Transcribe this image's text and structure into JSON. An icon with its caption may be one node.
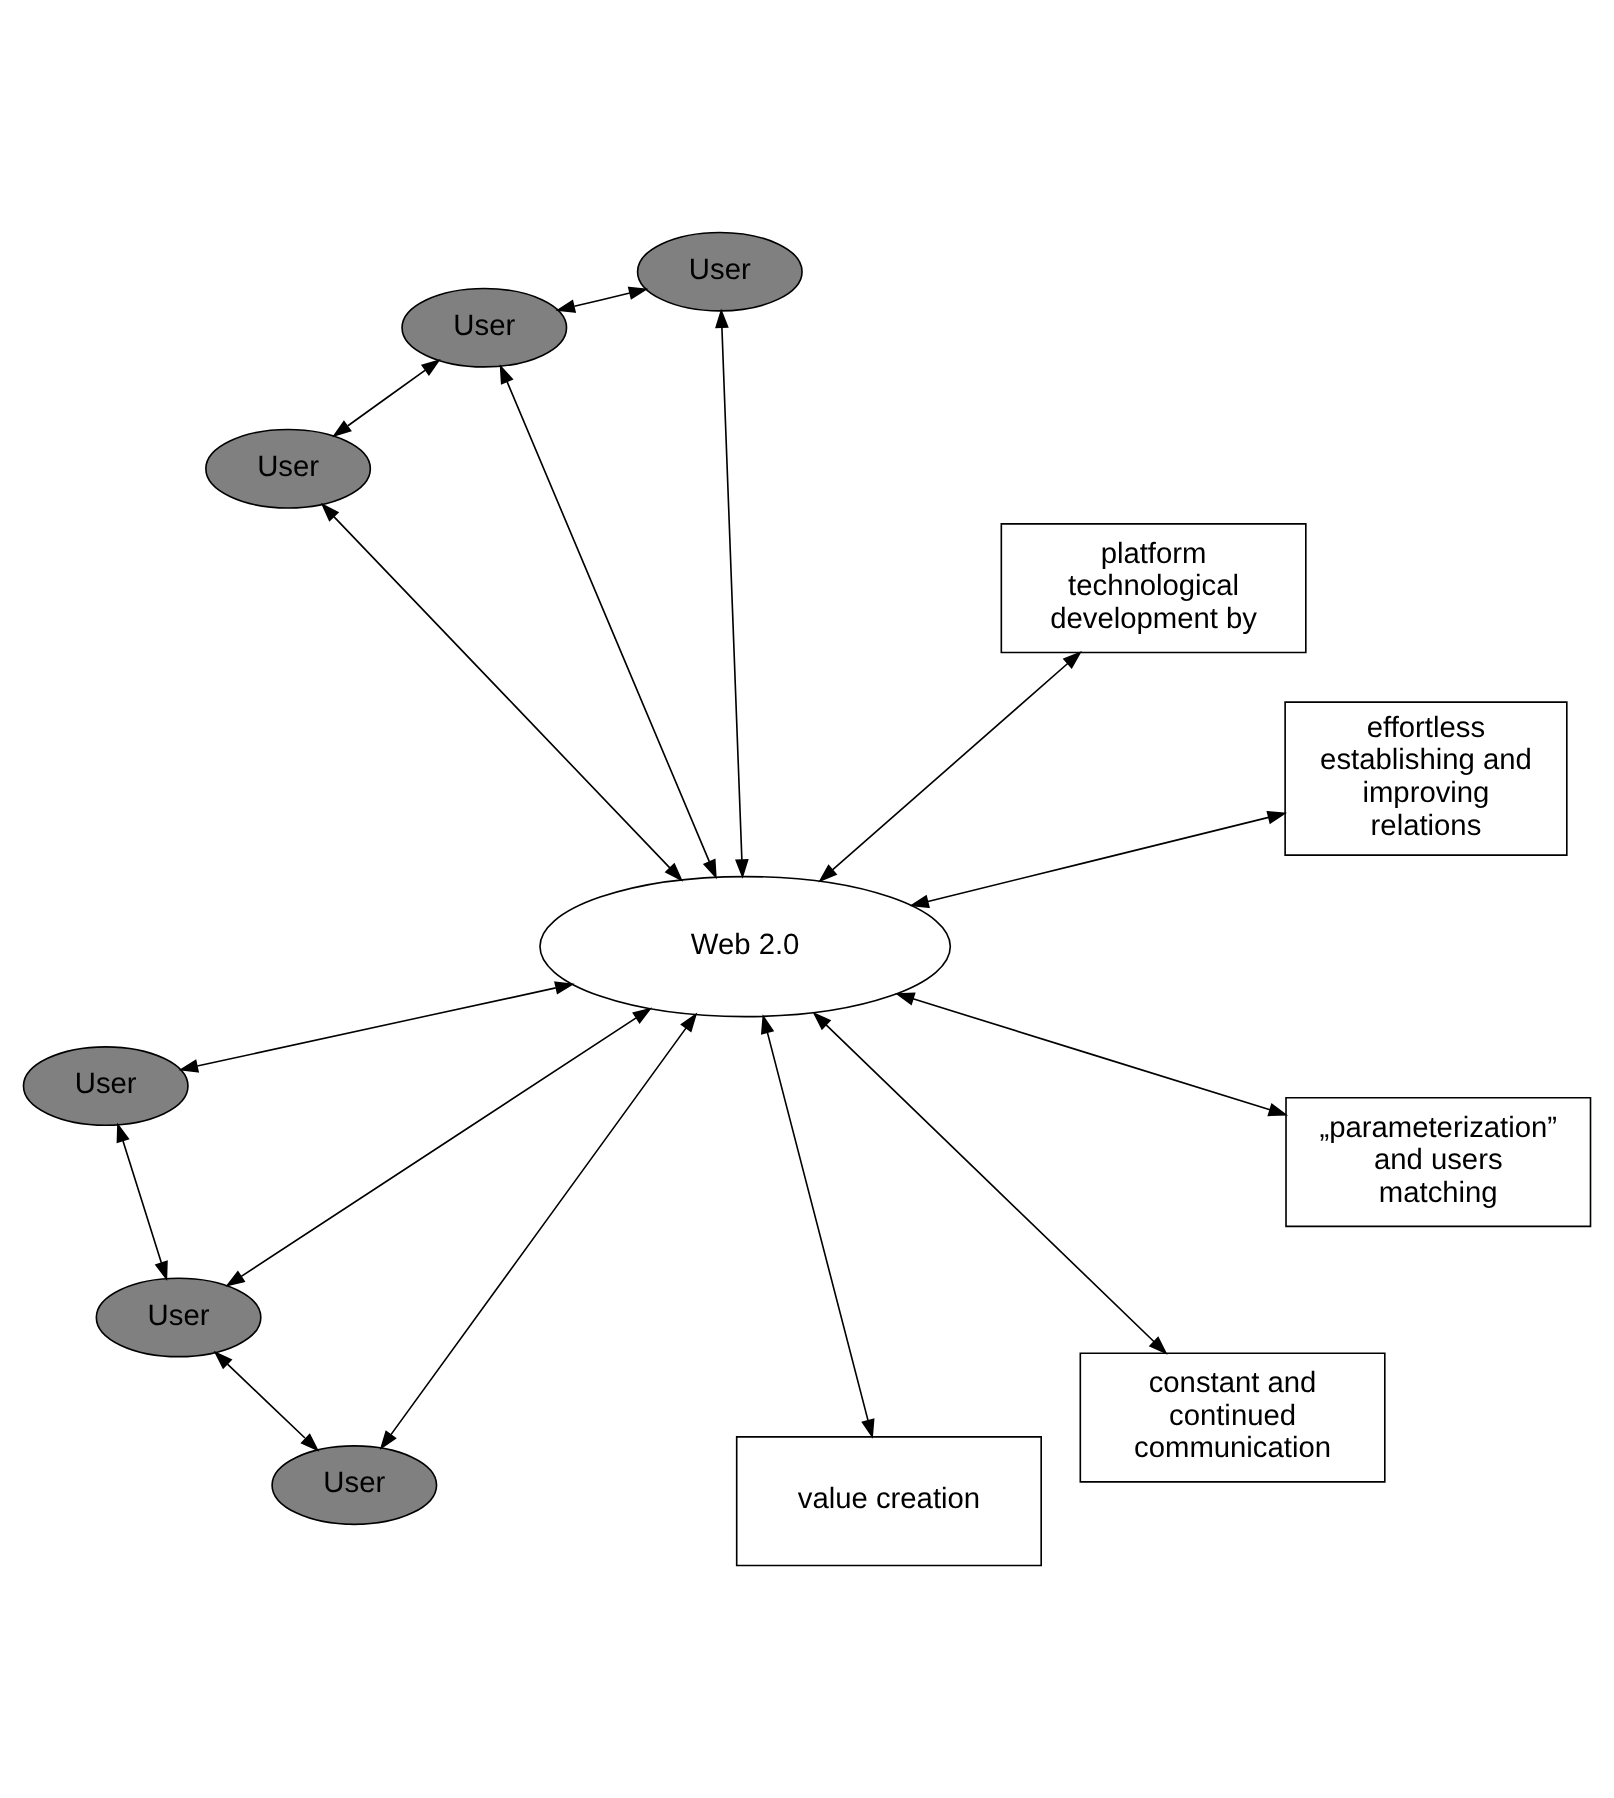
{
  "diagram": {
    "nodes": [
      {
        "text": [
          "platform technological development by"
        ]
      },
      {
        "text": [
          "value creation"
        ]
      },
      {
        "text": [
          "User"
        ]
      },
      {
        "text": [
          "User"
        ]
      },
      {
        "text": [
          "User"
        ]
      },
      {
        "text": [
          "Web 2.0"
        ]
      },
      {
        "text": [
          "User"
        ]
      },
      {
        "text": [
          "User"
        ]
      },
      {
        "text": [
          "User"
        ]
      },
      {
        "text": [
          "constant and continued communication"
        ]
      },
      {
        "text": [
          "„parameterization” and users matching"
        ]
      },
      {
        "text": [
          "effortless establishing and improving relations"
        ]
      }
    ],
    "edges": [
      {
        "from": 0,
        "to": 5,
        "arrow": "both"
      },
      {
        "from": 1,
        "to": 5,
        "arrow": "both"
      },
      {
        "from": 2,
        "to": 3,
        "arrow": "both"
      },
      {
        "from": 2,
        "to": 5,
        "arrow": "both"
      },
      {
        "from": 3,
        "to": 5,
        "arrow": "both"
      },
      {
        "from": 3,
        "to": 4,
        "arrow": "both"
      },
      {
        "from": 4,
        "to": 5,
        "arrow": "both"
      },
      {
        "from": 6,
        "to": 5,
        "arrow": "both"
      },
      {
        "from": 6,
        "to": 7,
        "arrow": "both"
      },
      {
        "from": 7,
        "to": 5,
        "arrow": "both"
      },
      {
        "from": 7,
        "to": 8,
        "arrow": "both"
      },
      {
        "from": 8,
        "to": 5,
        "arrow": "both"
      },
      {
        "from": 9,
        "to": 5,
        "arrow": "both"
      },
      {
        "from": 5,
        "to": 11,
        "arrow": "both"
      },
      {
        "from": 10,
        "to": 5,
        "arrow": "both"
      }
    ]
  }
}
